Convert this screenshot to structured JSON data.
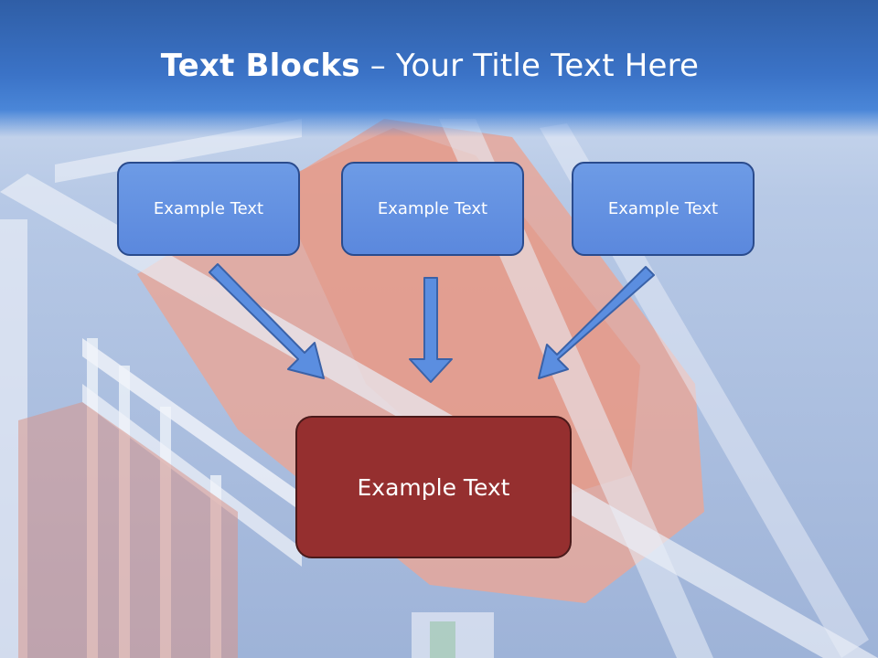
{
  "slide": {
    "title_bold": "Text Blocks",
    "title_dash": " – ",
    "title_rest": "Your Title Text Here"
  },
  "blocks": [
    {
      "label": "Example Text"
    },
    {
      "label": "Example Text"
    },
    {
      "label": "Example Text"
    }
  ],
  "target": {
    "label": "Example Text"
  },
  "colors": {
    "header": "#3b73c7",
    "block_fill": "#6492e0",
    "block_border": "#2a4b8d",
    "target_fill": "#952f2f",
    "arrow_fill": "#5b8ee0"
  }
}
